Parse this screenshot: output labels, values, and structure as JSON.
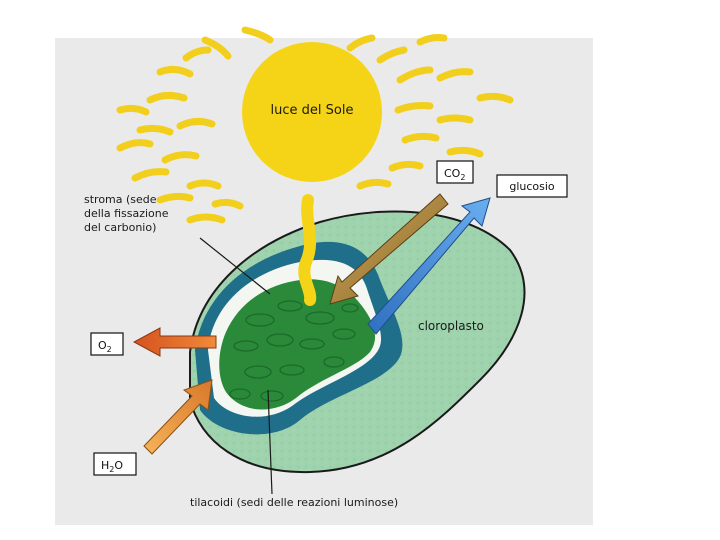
{
  "diagram": {
    "sun_label": "luce del Sole",
    "co2_label": "CO",
    "co2_sub": "2",
    "glucose_label": "glucosio",
    "stroma_line1": "stroma (sede",
    "stroma_line2": "della fissazione",
    "stroma_line3": "del carbonio)",
    "chloroplast_label": "cloroplasto",
    "o2_label": "O",
    "o2_sub": "2",
    "h2o_label_h": "H",
    "h2o_sub": "2",
    "h2o_label_o": "O",
    "thylakoid_label": "tilacoidi (sedi delle reazioni luminose)"
  },
  "colors": {
    "background_panel": "#eaeaea",
    "sun": "#f5d418",
    "sun_rays": "#f2cf1c",
    "chloroplast_outer": "#9fd3ad",
    "chloroplast_ring": "#1f6f8a",
    "stroma_white": "#f4f6f2",
    "thylakoid_green": "#2a8a3a",
    "arrow_co2": "#b48c3c",
    "arrow_glucose": "#3d86d6",
    "arrow_o2": "#e0662a",
    "arrow_h2o": "#e69a3a"
  }
}
